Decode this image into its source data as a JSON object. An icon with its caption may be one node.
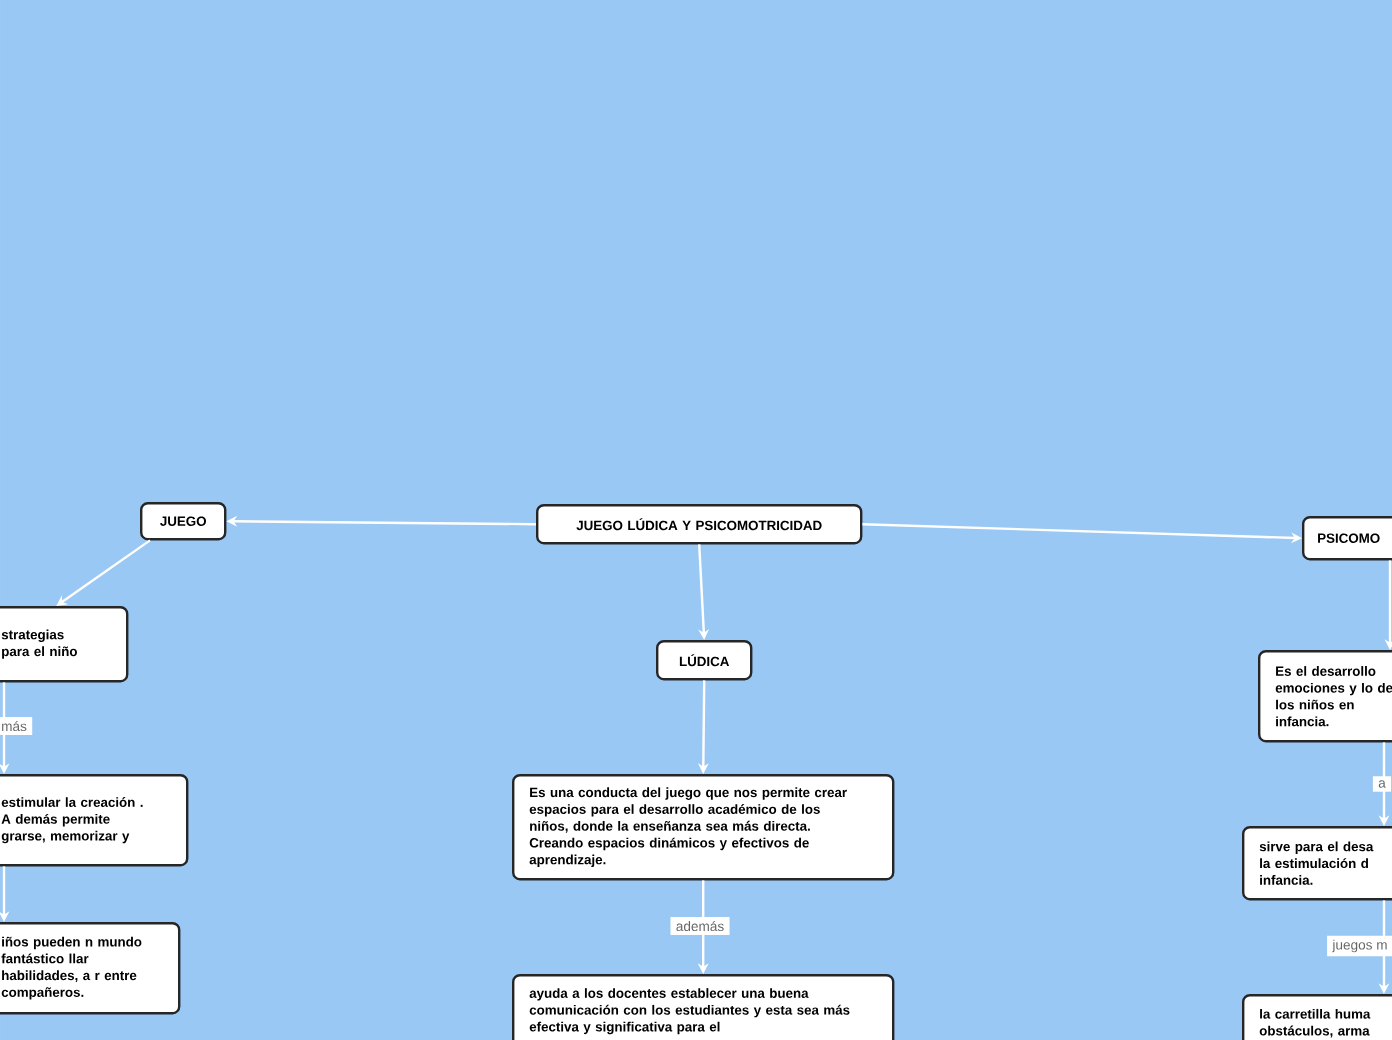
{
  "diagram": {
    "nodes": [
      {
        "text": [
          "JUEGO LÚDICA Y PSICOMOTRICIDAD"
        ]
      },
      {
        "text": [
          "JUEGO"
        ]
      },
      {
        "text": [
          "strategias para el niño"
        ]
      },
      {
        "text": [
          "estimular la creación . A demás permite grarse, memorizar y"
        ]
      },
      {
        "text": [
          "iños pueden n mundo fantástico llar habilidades, a r entre compañeros."
        ]
      },
      {
        "text": [
          "LÚDICA"
        ]
      },
      {
        "text": [
          "Es una conducta del juego que nos permite crear espacios para el desarrollo académico de los niños, donde la enseñanza sea más directa. Creando espacios dinámicos y efectivos de aprendizaje."
        ]
      },
      {
        "text": [
          "ayuda a los docentes establecer una buena comunicación con los estudiantes y esta sea más efectiva y significativa para el"
        ]
      },
      {
        "text": [
          "PSICOMO"
        ]
      },
      {
        "text": [
          "Es el desarrollo emociones y lo de los niños en infancia."
        ]
      },
      {
        "text": [
          "sirve para el desa la estimulación d infancia."
        ]
      },
      {
        "text": [
          "la carretilla huma obstáculos, arma"
        ]
      }
    ],
    "edges": [
      {
        "from": 0,
        "to": 1,
        "arrow": "to"
      },
      {
        "from": 1,
        "to": 2,
        "arrow": "to"
      },
      {
        "from": 2,
        "to": 3,
        "arrow": "to",
        "label": "más"
      },
      {
        "from": 3,
        "to": 4,
        "arrow": "to"
      },
      {
        "from": 0,
        "to": 5,
        "arrow": "to"
      },
      {
        "from": 5,
        "to": 6,
        "arrow": "to"
      },
      {
        "from": 6,
        "to": 7,
        "arrow": "to",
        "label": "además"
      },
      {
        "from": 0,
        "to": 8,
        "arrow": "to"
      },
      {
        "from": 8,
        "to": 9,
        "arrow": "to"
      },
      {
        "from": 9,
        "to": 10,
        "arrow": "to",
        "label": "a"
      },
      {
        "from": 10,
        "to": 11,
        "arrow": "to",
        "label": "juegos m"
      }
    ]
  }
}
